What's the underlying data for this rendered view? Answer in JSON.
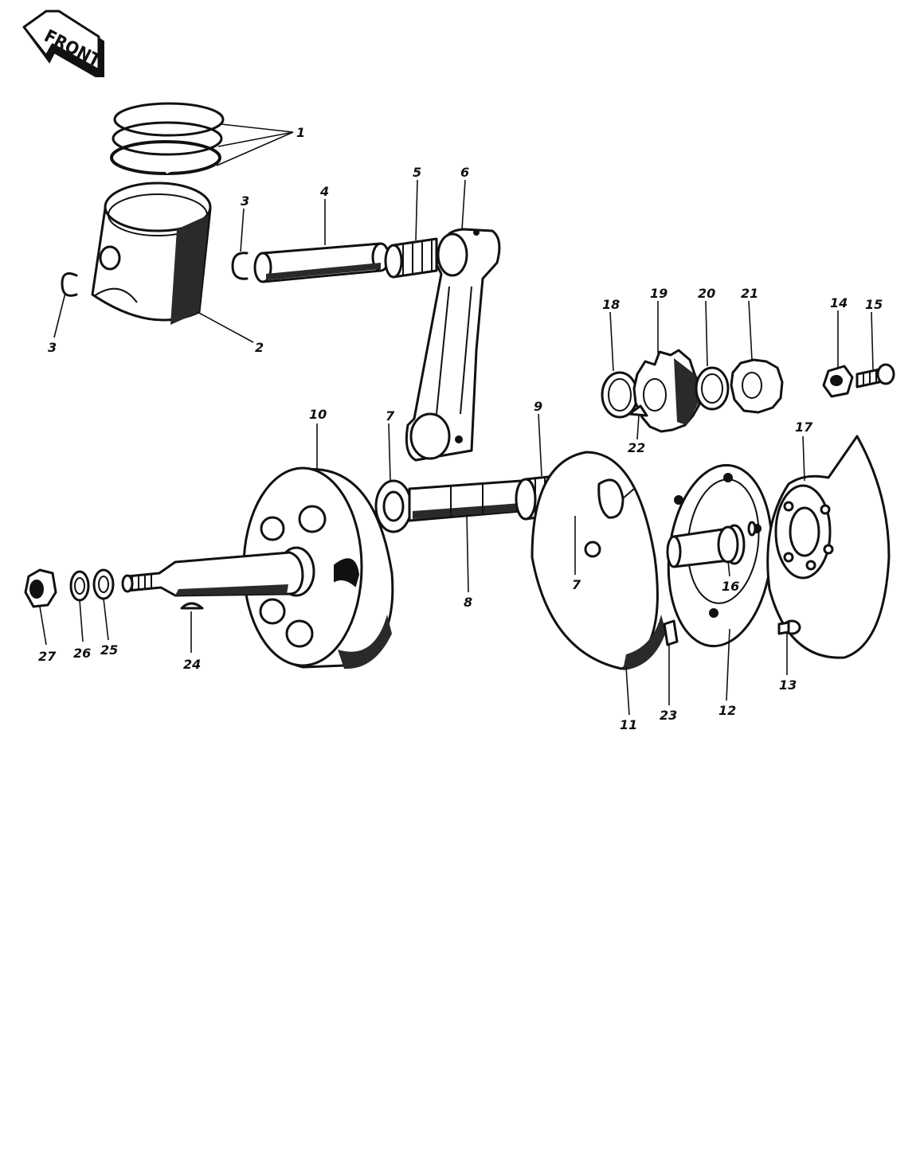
{
  "diagram": {
    "front_label": "FRONT",
    "parts": [
      {
        "id": "p1",
        "number": "1"
      },
      {
        "id": "p2",
        "number": "2"
      },
      {
        "id": "p3a",
        "number": "3"
      },
      {
        "id": "p3b",
        "number": "3"
      },
      {
        "id": "p4",
        "number": "4"
      },
      {
        "id": "p5",
        "number": "5"
      },
      {
        "id": "p6",
        "number": "6"
      },
      {
        "id": "p7a",
        "number": "7"
      },
      {
        "id": "p7b",
        "number": "7"
      },
      {
        "id": "p8",
        "number": "8"
      },
      {
        "id": "p9",
        "number": "9"
      },
      {
        "id": "p10",
        "number": "10"
      },
      {
        "id": "p11",
        "number": "11"
      },
      {
        "id": "p12",
        "number": "12"
      },
      {
        "id": "p13",
        "number": "13"
      },
      {
        "id": "p14",
        "number": "14"
      },
      {
        "id": "p15",
        "number": "15"
      },
      {
        "id": "p16",
        "number": "16"
      },
      {
        "id": "p17",
        "number": "17"
      },
      {
        "id": "p18",
        "number": "18"
      },
      {
        "id": "p19",
        "number": "19"
      },
      {
        "id": "p20",
        "number": "20"
      },
      {
        "id": "p21",
        "number": "21"
      },
      {
        "id": "p22",
        "number": "22"
      },
      {
        "id": "p23",
        "number": "23"
      },
      {
        "id": "p24",
        "number": "24"
      },
      {
        "id": "p25",
        "number": "25"
      },
      {
        "id": "p26",
        "number": "26"
      },
      {
        "id": "p27",
        "number": "27"
      }
    ]
  }
}
